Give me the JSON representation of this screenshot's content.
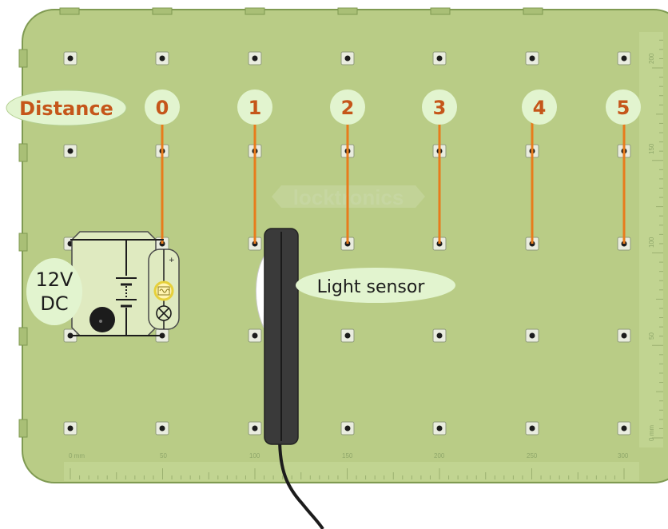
{
  "labels": {
    "distance": "Distance",
    "positions": [
      "0",
      "1",
      "2",
      "3",
      "4",
      "5"
    ],
    "sensor": "Light sensor",
    "power_line1": "12V",
    "power_line2": "DC",
    "watermark": "locktronics"
  },
  "ruler_bottom": [
    "0 mm",
    "50",
    "100",
    "150",
    "200",
    "250",
    "300"
  ],
  "ruler_right": [
    "0 mm",
    "50",
    "100",
    "150",
    "200"
  ],
  "colors": {
    "board": "#b9cc86",
    "board_edge": "#7f9a52",
    "wire": "#e87b1c",
    "bubble": "#e2f4cf",
    "label_text": "#c5561a",
    "sensor": "#3a3a3a"
  },
  "icons": [
    "battery-icon",
    "ldr-icon",
    "lamp-icon",
    "buzzer-icon",
    "light-sensor-probe-icon"
  ]
}
